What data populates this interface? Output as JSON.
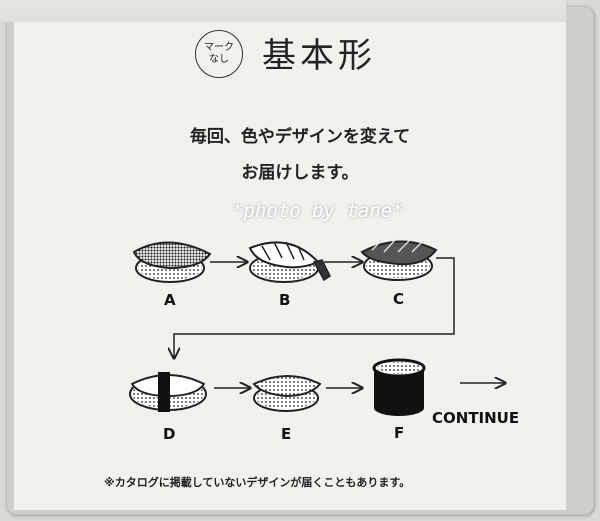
{
  "badge": {
    "line1": "マーク",
    "line2": "なし"
  },
  "title": "基本形",
  "description": {
    "line1": "毎回、色やデザインを変えて",
    "line2": "お届けします。"
  },
  "watermark": "*photo by tane*",
  "steps": [
    {
      "label": "A",
      "icon": "sushi-spotted-icon"
    },
    {
      "label": "B",
      "icon": "sushi-shrimp-icon"
    },
    {
      "label": "C",
      "icon": "sushi-striped-icon"
    },
    {
      "label": "D",
      "icon": "sushi-band-icon"
    },
    {
      "label": "E",
      "icon": "sushi-marbled-icon"
    },
    {
      "label": "F",
      "icon": "maki-roll-icon"
    }
  ],
  "continue_label": "CONTINUE",
  "note": "※カタログに掲載していないデザインが届くこともあります。",
  "colors": {
    "ink": "#1a1a1a",
    "card": "#f1f1ee",
    "frame": "#d9d9d6"
  }
}
